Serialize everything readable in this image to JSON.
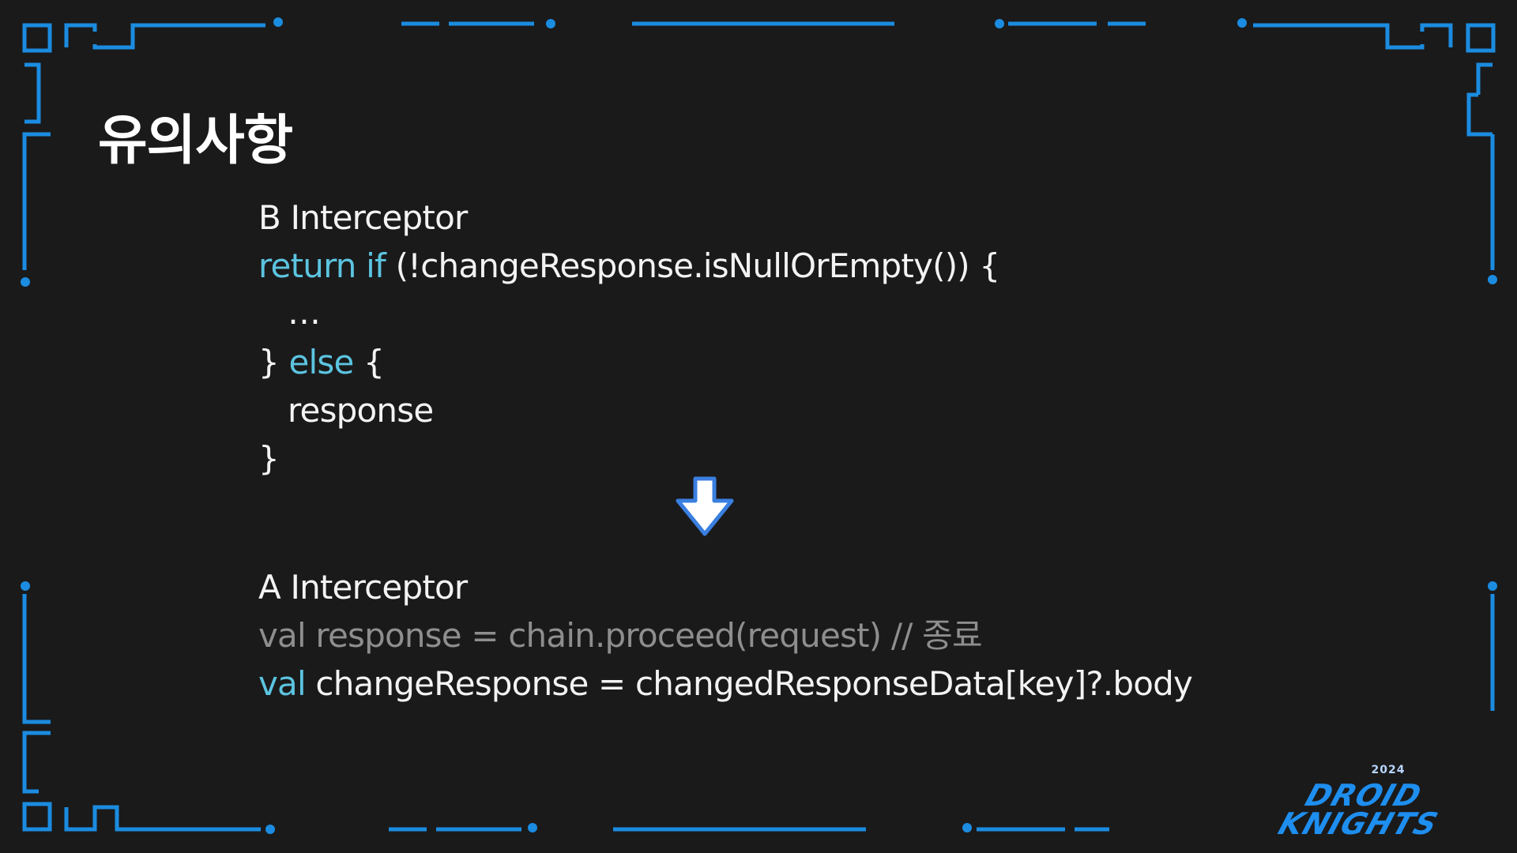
{
  "slide": {
    "title": "유의사항"
  },
  "code_b": {
    "header": "B Interceptor",
    "line1_kw": "return if",
    "line1_rest": " (!changeResponse.isNullOrEmpty()) {",
    "line2": "…",
    "line3_brace": "} ",
    "line3_kw": "else",
    "line3_rest": " {",
    "line4": "response",
    "line5": "}"
  },
  "code_a": {
    "header": "A Interceptor",
    "line1": "val response = chain.proceed(request) // 종료",
    "line2_kw": "val",
    "line2_rest": " changeResponse = changedResponseData[key]?.body"
  },
  "icons": {
    "arrow": "arrow-down-icon"
  },
  "logo": {
    "year": "2024",
    "word1": "DROID",
    "word2": "KNIGHTS"
  },
  "colors": {
    "background": "#1a1a1b",
    "frame": "#1b8ce0",
    "keyword": "#5cc4e0",
    "dim_text": "#8e8e8e",
    "arrow_outline": "#3a7fe0"
  }
}
